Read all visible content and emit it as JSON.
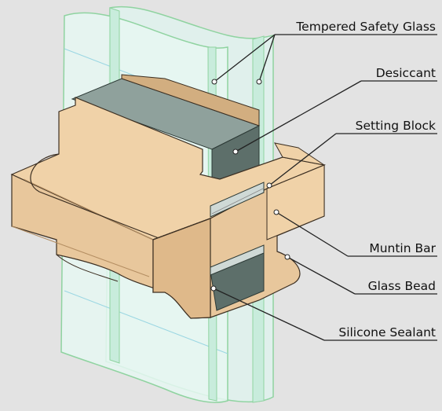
{
  "diagram": {
    "background": "#e3e3e3",
    "colors": {
      "wood": "#e8c79c",
      "wood_dark": "#d2ae80",
      "wood_outline": "#3c2f22",
      "glass_fill": "#dff3ee",
      "glass_edge": "#8fd3a0",
      "desiccant": "#5d6f6a",
      "leader": "#222222"
    },
    "labels": [
      {
        "id": "tempered-safety-glass",
        "text": "Tempered Safety Glass"
      },
      {
        "id": "desiccant",
        "text": "Desiccant"
      },
      {
        "id": "setting-block",
        "text": "Setting Block"
      },
      {
        "id": "muntin-bar",
        "text": "Muntin Bar"
      },
      {
        "id": "glass-bead",
        "text": "Glass Bead"
      },
      {
        "id": "silicone-sealant",
        "text": "Silicone Sealant"
      }
    ]
  }
}
